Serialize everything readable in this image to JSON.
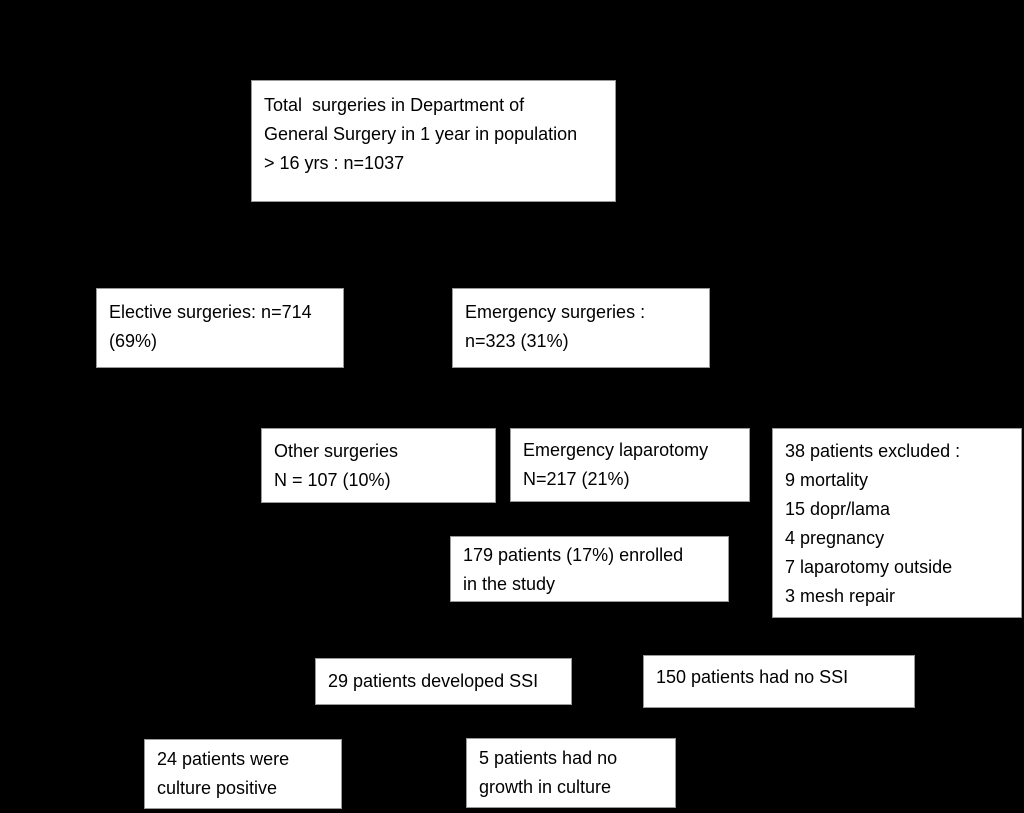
{
  "canvas": {
    "background_color": "#000000",
    "box_fill_color": "#ffffff",
    "box_text_color": "#000000"
  },
  "flowchart": {
    "description": "Patient enrollment flow diagram",
    "boxes": [
      {
        "id": "total-surgeries",
        "lines": [
          "Total  surgeries in Department of",
          "General Surgery in 1 year in population",
          "> 16 yrs : n=1037"
        ]
      },
      {
        "id": "elective-surgeries",
        "lines": [
          "Elective surgeries: n=714",
          "(69%)"
        ]
      },
      {
        "id": "emergency-surgeries",
        "lines": [
          "Emergency surgeries :",
          "n=323 (31%)"
        ]
      },
      {
        "id": "other-surgeries",
        "lines": [
          "Other surgeries",
          "N = 107 (10%)"
        ]
      },
      {
        "id": "emergency-laparotomy",
        "lines": [
          "Emergency laparotomy",
          "N=217 (21%)"
        ]
      },
      {
        "id": "patients-excluded",
        "lines": [
          "38 patients excluded :",
          "9 mortality",
          "15 dopr/lama",
          "4 pregnancy",
          "7 laparotomy outside",
          "3 mesh repair"
        ]
      },
      {
        "id": "patients-enrolled",
        "lines": [
          "179 patients (17%) enrolled",
          "in the study"
        ]
      },
      {
        "id": "developed-ssi",
        "lines": [
          "29 patients developed SSI"
        ]
      },
      {
        "id": "no-ssi",
        "lines": [
          "150 patients had no SSI"
        ]
      },
      {
        "id": "culture-positive",
        "lines": [
          "24 patients were",
          "culture positive"
        ]
      },
      {
        "id": "no-growth-culture",
        "lines": [
          "5 patients had no",
          "growth in culture"
        ]
      }
    ]
  }
}
